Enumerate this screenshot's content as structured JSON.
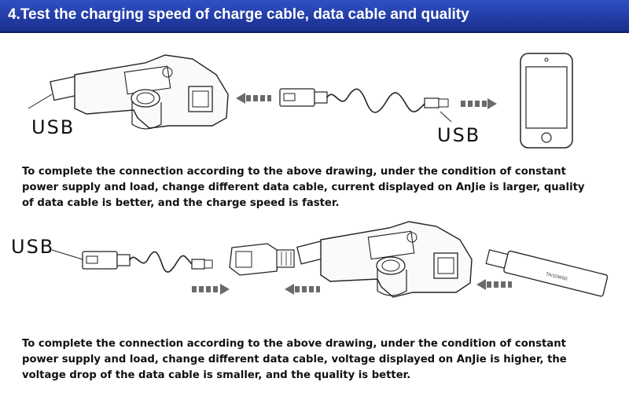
{
  "header": {
    "title": "4.Test the charging speed of charge cable, data cable and quality",
    "background_color": "#1f3aa8"
  },
  "diagram1": {
    "usb_label_left": "USB",
    "usb_label_right": "USB"
  },
  "paragraph1": {
    "lines": [
      "To complete the connection according to the above drawing, under the condition of constant",
      "power supply and load, change different data cable, current displayed on AnJie is larger, quality",
      "of data cable is better, and the charge speed is faster."
    ]
  },
  "diagram2": {
    "usb_label": "USB",
    "load_label": "TA/10W50"
  },
  "paragraph2": {
    "lines": [
      "To complete the connection according to the above drawing, under the condition of constant",
      "power supply and load, change different data cable, voltage displayed on AnJie is higher, the",
      "voltage drop of the data cable is smaller, and the quality is better."
    ]
  }
}
